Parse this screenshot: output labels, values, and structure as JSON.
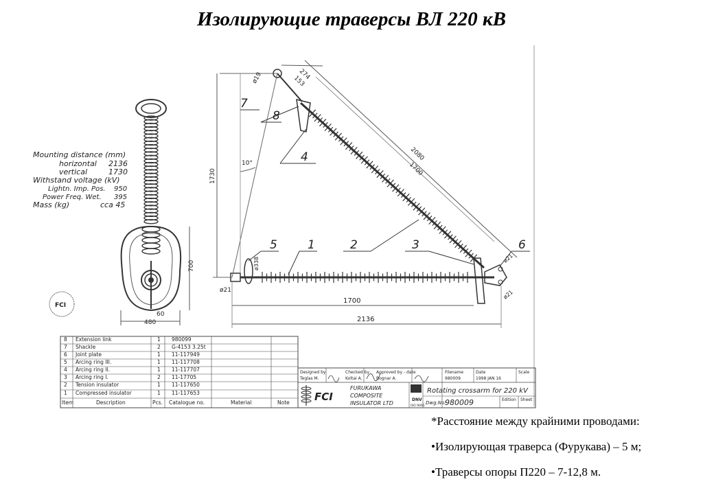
{
  "title": "Изолирующие траверсы ВЛ 220 кВ",
  "specs": {
    "mounting_label": "Mounting distance (mm)",
    "horizontal_label": "horizontal",
    "horizontal_value": "2136",
    "vertical_label": "vertical",
    "vertical_value": "1730",
    "withstand_label": "Withstand voltage (kV)",
    "lightn_label": "Lightn. Imp. Pos.",
    "lightn_value": "950",
    "power_label": "Power Freq. Wet.",
    "power_value": "395",
    "mass_label": "Mass (kg)",
    "mass_value": "cca 45"
  },
  "dimensions": {
    "d274": "274",
    "d153": "153",
    "d2080": "2080",
    "d1700_diag": "1700",
    "d1730": "1730",
    "angle": "10°",
    "d1700": "1700",
    "d2136": "2136",
    "d700": "700",
    "d480": "480",
    "d60": "60",
    "d19": "ø19",
    "d21a": "ø21",
    "d21b": "ø21",
    "d21c": "ø21",
    "d338": "ø338"
  },
  "callouts": [
    "1",
    "2",
    "3",
    "4",
    "5",
    "6",
    "7",
    "8"
  ],
  "parts_table": {
    "header": [
      "Item",
      "Description",
      "Pcs.",
      "Catalogue no.",
      "Material",
      "Note"
    ],
    "rows": [
      [
        "8",
        "Extension link",
        "1",
        "980099"
      ],
      [
        "7",
        "Shackle",
        "2",
        "G-4153 3.25t"
      ],
      [
        "6",
        "Joint plate",
        "1",
        "11-117949"
      ],
      [
        "5",
        "Arcing ring III.",
        "1",
        "11-117708"
      ],
      [
        "4",
        "Arcing ring II.",
        "1",
        "11-117707"
      ],
      [
        "3",
        "Arcing ring I.",
        "2",
        "11-17705"
      ],
      [
        "2",
        "Tension insulator",
        "1",
        "11-117650"
      ],
      [
        "1",
        "Compressed insulator",
        "1",
        "11-117653"
      ]
    ]
  },
  "title_block": {
    "designed_label": "Designed by",
    "designed_name": "Teglas M.",
    "checked_label": "Checked by",
    "checked_name": "Koltai A.",
    "approved_label": "Approved by - date",
    "approved_name": "Bognar A.",
    "filename_label": "Filename",
    "filename_value": "980009",
    "date_label": "Date",
    "date_value": "1998 JAN 16",
    "scale_label": "Scale",
    "company_abbr": "FCI",
    "company_line1": "FURUKAWA",
    "company_line2": "COMPOSITE",
    "company_line3": "INSULATOR LTD",
    "drawing_title": "Rotating crossarm for 220 kV",
    "dwg_label": "Dwg.No:",
    "dwg_number": "980009",
    "edition_label": "Edition",
    "sheet_label": "Sheet",
    "dnv_label": "DNV",
    "iso_label": "ISO 9001"
  },
  "stamp": "FCI",
  "notes": [
    "*Расстояние между крайними проводами:",
    "•Изолирующая траверса (Фурукава) – 5 м;",
    "•Траверсы опоры П220 – 7-12,8 м."
  ]
}
